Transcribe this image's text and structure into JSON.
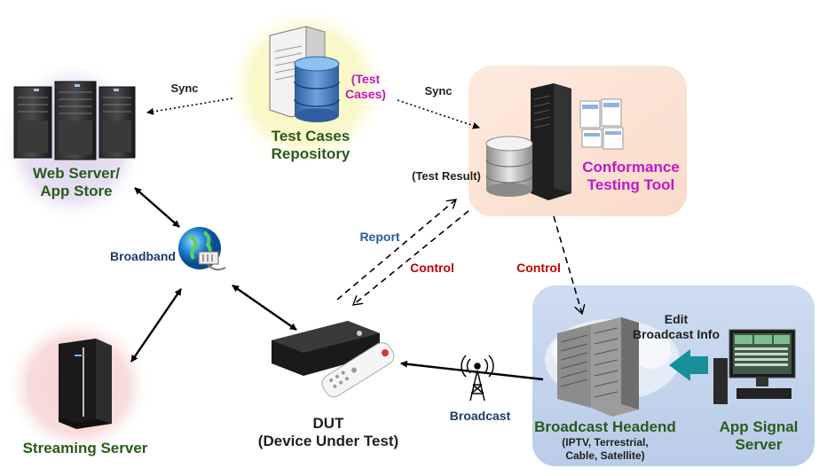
{
  "nodes": {
    "web_server": {
      "line1": "Web Server/",
      "line2": "App Store"
    },
    "repository": {
      "line1": "Test Cases",
      "line2": "Repository",
      "note_line1": "(Test",
      "note_line2": "Cases)"
    },
    "conformance": {
      "line1": "Conformance",
      "line2": "Testing Tool",
      "result": "(Test Result)"
    },
    "streaming": {
      "label": "Streaming Server"
    },
    "dut": {
      "line1": "DUT",
      "line2": "(Device Under Test)"
    },
    "headend": {
      "line1": "Broadcast Headend",
      "line2": "(IPTV, Terrestrial,",
      "line3": "Cable, Satellite)"
    },
    "app_signal": {
      "line1": "App Signal",
      "line2": "Server",
      "edit1": "Edit",
      "edit2": "Broadcast Info"
    }
  },
  "connections": {
    "sync_left": "Sync",
    "sync_right": "Sync",
    "broadband": "Broadband",
    "report": "Report",
    "control_dut": "Control",
    "control_headend": "Control",
    "broadcast": "Broadcast"
  },
  "colors": {
    "web_glow": "#ddd3ee",
    "repo_glow": "#f9f6b6",
    "conformance_glow": "#fbe0cf",
    "streaming_glow": "#f6cfcf",
    "headend_panel": "#c6d6ee",
    "teal_arrow": "#17909a"
  }
}
